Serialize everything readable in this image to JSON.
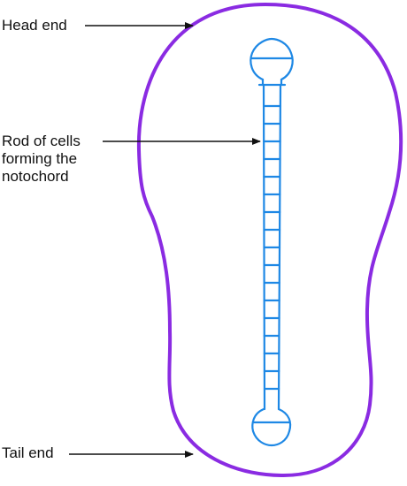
{
  "labels": {
    "head": "Head end",
    "rod": [
      "Rod of cells",
      "forming the",
      "notochord"
    ],
    "tail": "Tail end"
  },
  "colors": {
    "outline": "#8a2be2",
    "notochord": "#1e88e5",
    "arrow": "#111111",
    "text": "#111111"
  },
  "notochord": {
    "segments": 17
  }
}
